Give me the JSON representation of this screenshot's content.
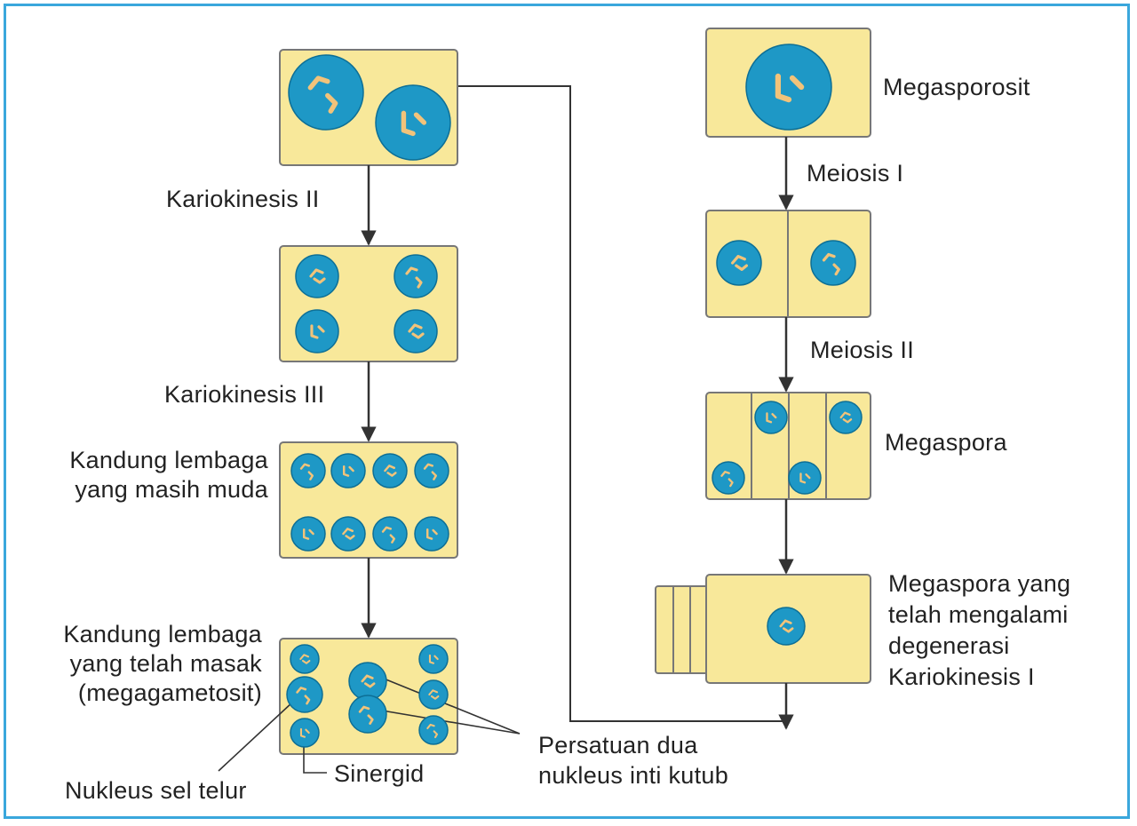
{
  "colors": {
    "cell_fill": "#f8e89a",
    "cell_stroke": "#777777",
    "nucleus_fill": "#1e98c6",
    "nucleus_stroke": "#0d6f96",
    "chromosome": "#f2c37a",
    "arrow": "#333333",
    "border": "#3aa7dc"
  },
  "labels": {
    "megasporosit": "Megasporosit",
    "meiosis_1": "Meiosis I",
    "meiosis_2": "Meiosis II",
    "megaspora": "Megaspora",
    "degenerasi": [
      "Megaspora yang",
      "telah mengalami",
      "degenerasi",
      "Kariokinesis I"
    ],
    "kariokinesis_2": "Kariokinesis II",
    "kariokinesis_3": "Kariokinesis III",
    "kandung_muda": [
      "Kandung lembaga",
      "yang masih muda"
    ],
    "kandung_masak": [
      "Kandung lembaga",
      "yang telah masak",
      "(megagametosit)"
    ],
    "nukleus_sel_telur": "Nukleus sel telur",
    "sinergid": "Sinergid",
    "persatuan": [
      "Persatuan dua",
      "nukleus inti kutub"
    ]
  }
}
